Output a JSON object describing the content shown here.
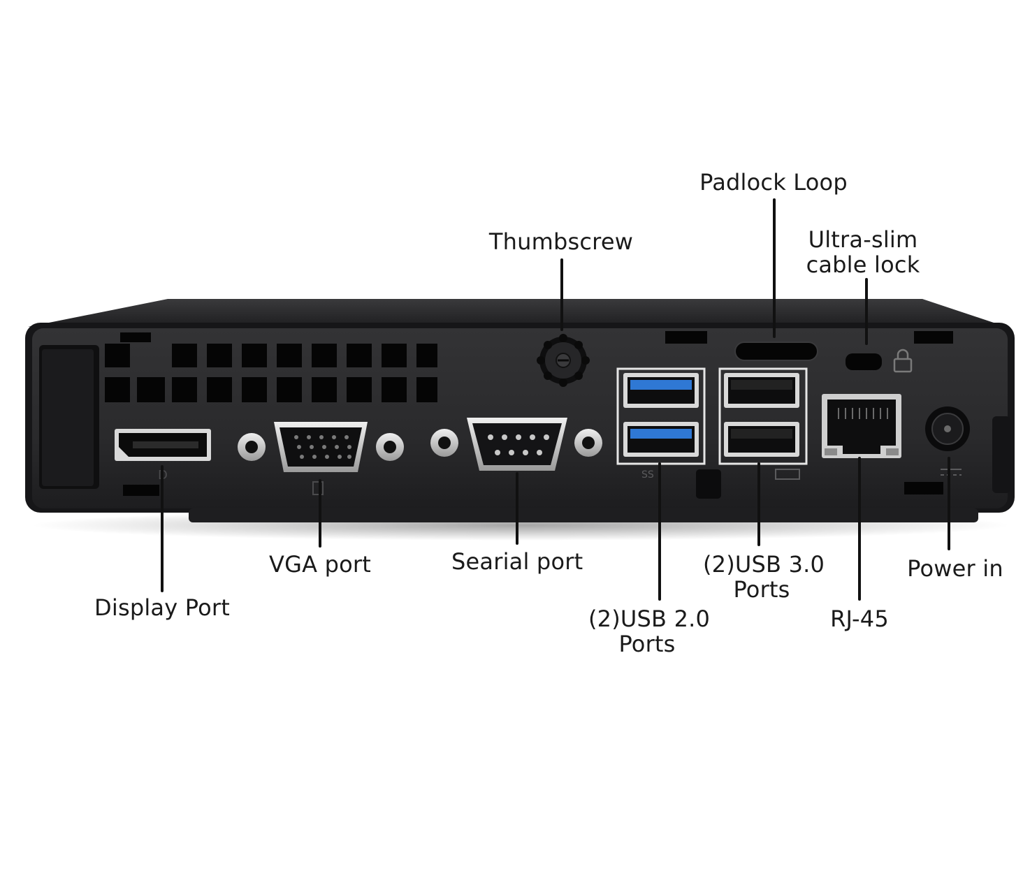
{
  "diagram": {
    "subject": "mini desktop PC rear I/O panel",
    "colors": {
      "chassis": "#1c1c1e",
      "panel": "#2a2a2c",
      "usb3_blue": "#2f78d4",
      "metal": "#cfcfcf",
      "leader": "#111111",
      "background": "#ffffff"
    },
    "labels": {
      "thumbscrew": "Thumbscrew",
      "padlock_loop": "Padlock Loop",
      "ultra_slim_cable_lock_line1": "Ultra-slim",
      "ultra_slim_cable_lock_line2": "cable lock",
      "display_port": "Display Port",
      "vga_port": "VGA port",
      "serial_port": "Searial port",
      "usb20_line1": "(2)USB 2.0",
      "usb20_line2": "Ports",
      "usb30_line1": "(2)USB 3.0",
      "usb30_line2": "Ports",
      "rj45": "RJ-45",
      "power_in": "Power in"
    }
  }
}
